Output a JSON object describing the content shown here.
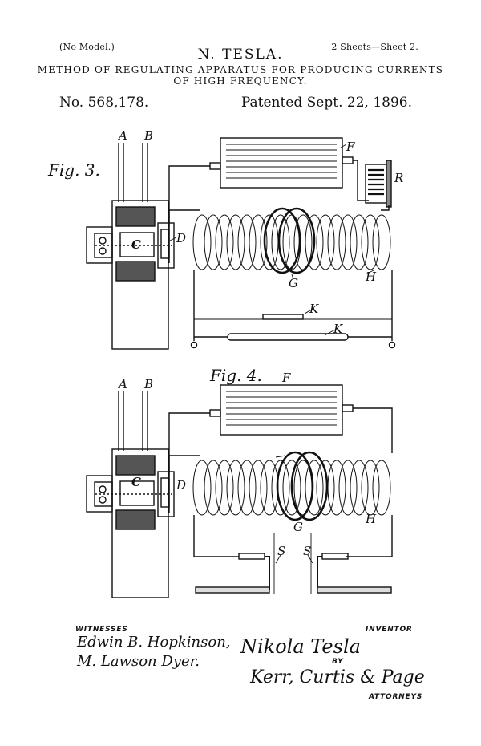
{
  "header": {
    "model": "(No Model.)",
    "sheets": "2 Sheets—Sheet 2.",
    "inventor_name": "N. TESLA.",
    "title_line1": "METHOD OF REGULATING APPARATUS FOR PRODUCING CURRENTS",
    "title_line2": "OF HIGH FREQUENCY.",
    "patent_number": "No. 568,178.",
    "patent_date": "Patented Sept. 22, 1896."
  },
  "fig3": {
    "title": "Fig. 3.",
    "labels": {
      "a": "A",
      "b": "B",
      "c": "C",
      "d": "D",
      "f": "F",
      "g": "G",
      "h": "H",
      "k1": "K",
      "k2": "K",
      "r": "R"
    }
  },
  "fig4": {
    "title": "Fig. 4.",
    "labels": {
      "a": "A",
      "b": "B",
      "c": "C",
      "d": "D",
      "f": "F",
      "g": "G",
      "h": "H",
      "s1": "S",
      "s2": "S"
    }
  },
  "footer": {
    "witnesses_label": "WITNESSES",
    "witness1": "Edwin B. Hopkinson,",
    "witness2": "M. Lawson Dyer.",
    "inventor_label": "INVENTOR",
    "inventor_signature": "Nikola Tesla",
    "by_label": "BY",
    "attorneys_signature": "Kerr, Curtis & Page",
    "attorneys_label": "ATTORNEYS"
  },
  "colors": {
    "ink": "#111111",
    "paper": "#ffffff"
  }
}
